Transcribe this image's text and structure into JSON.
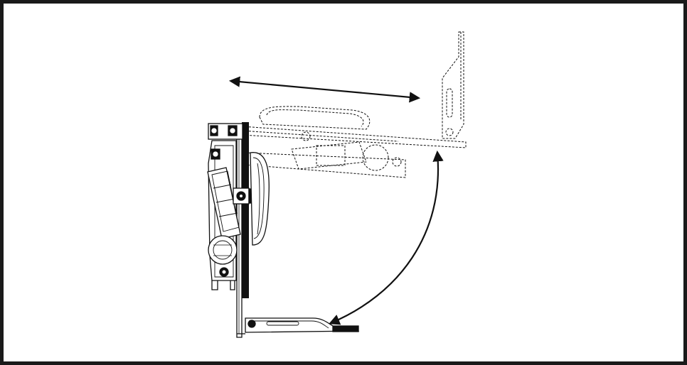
{
  "figure": {
    "type": "technical-line-drawing",
    "subject": "folding-footrest-mechanism",
    "colors": {
      "frame": "#1a1a1a",
      "stroke": "#111111",
      "background": "#ffffff"
    },
    "arrows": [
      {
        "name": "horizontal-travel-arrow",
        "kind": "double-headed-straight"
      },
      {
        "name": "fold-rotation-arrow",
        "kind": "double-headed-curved"
      }
    ],
    "positions": [
      {
        "name": "folded-position",
        "line_style": "solid"
      },
      {
        "name": "extended-position",
        "line_style": "dashed"
      }
    ]
  }
}
